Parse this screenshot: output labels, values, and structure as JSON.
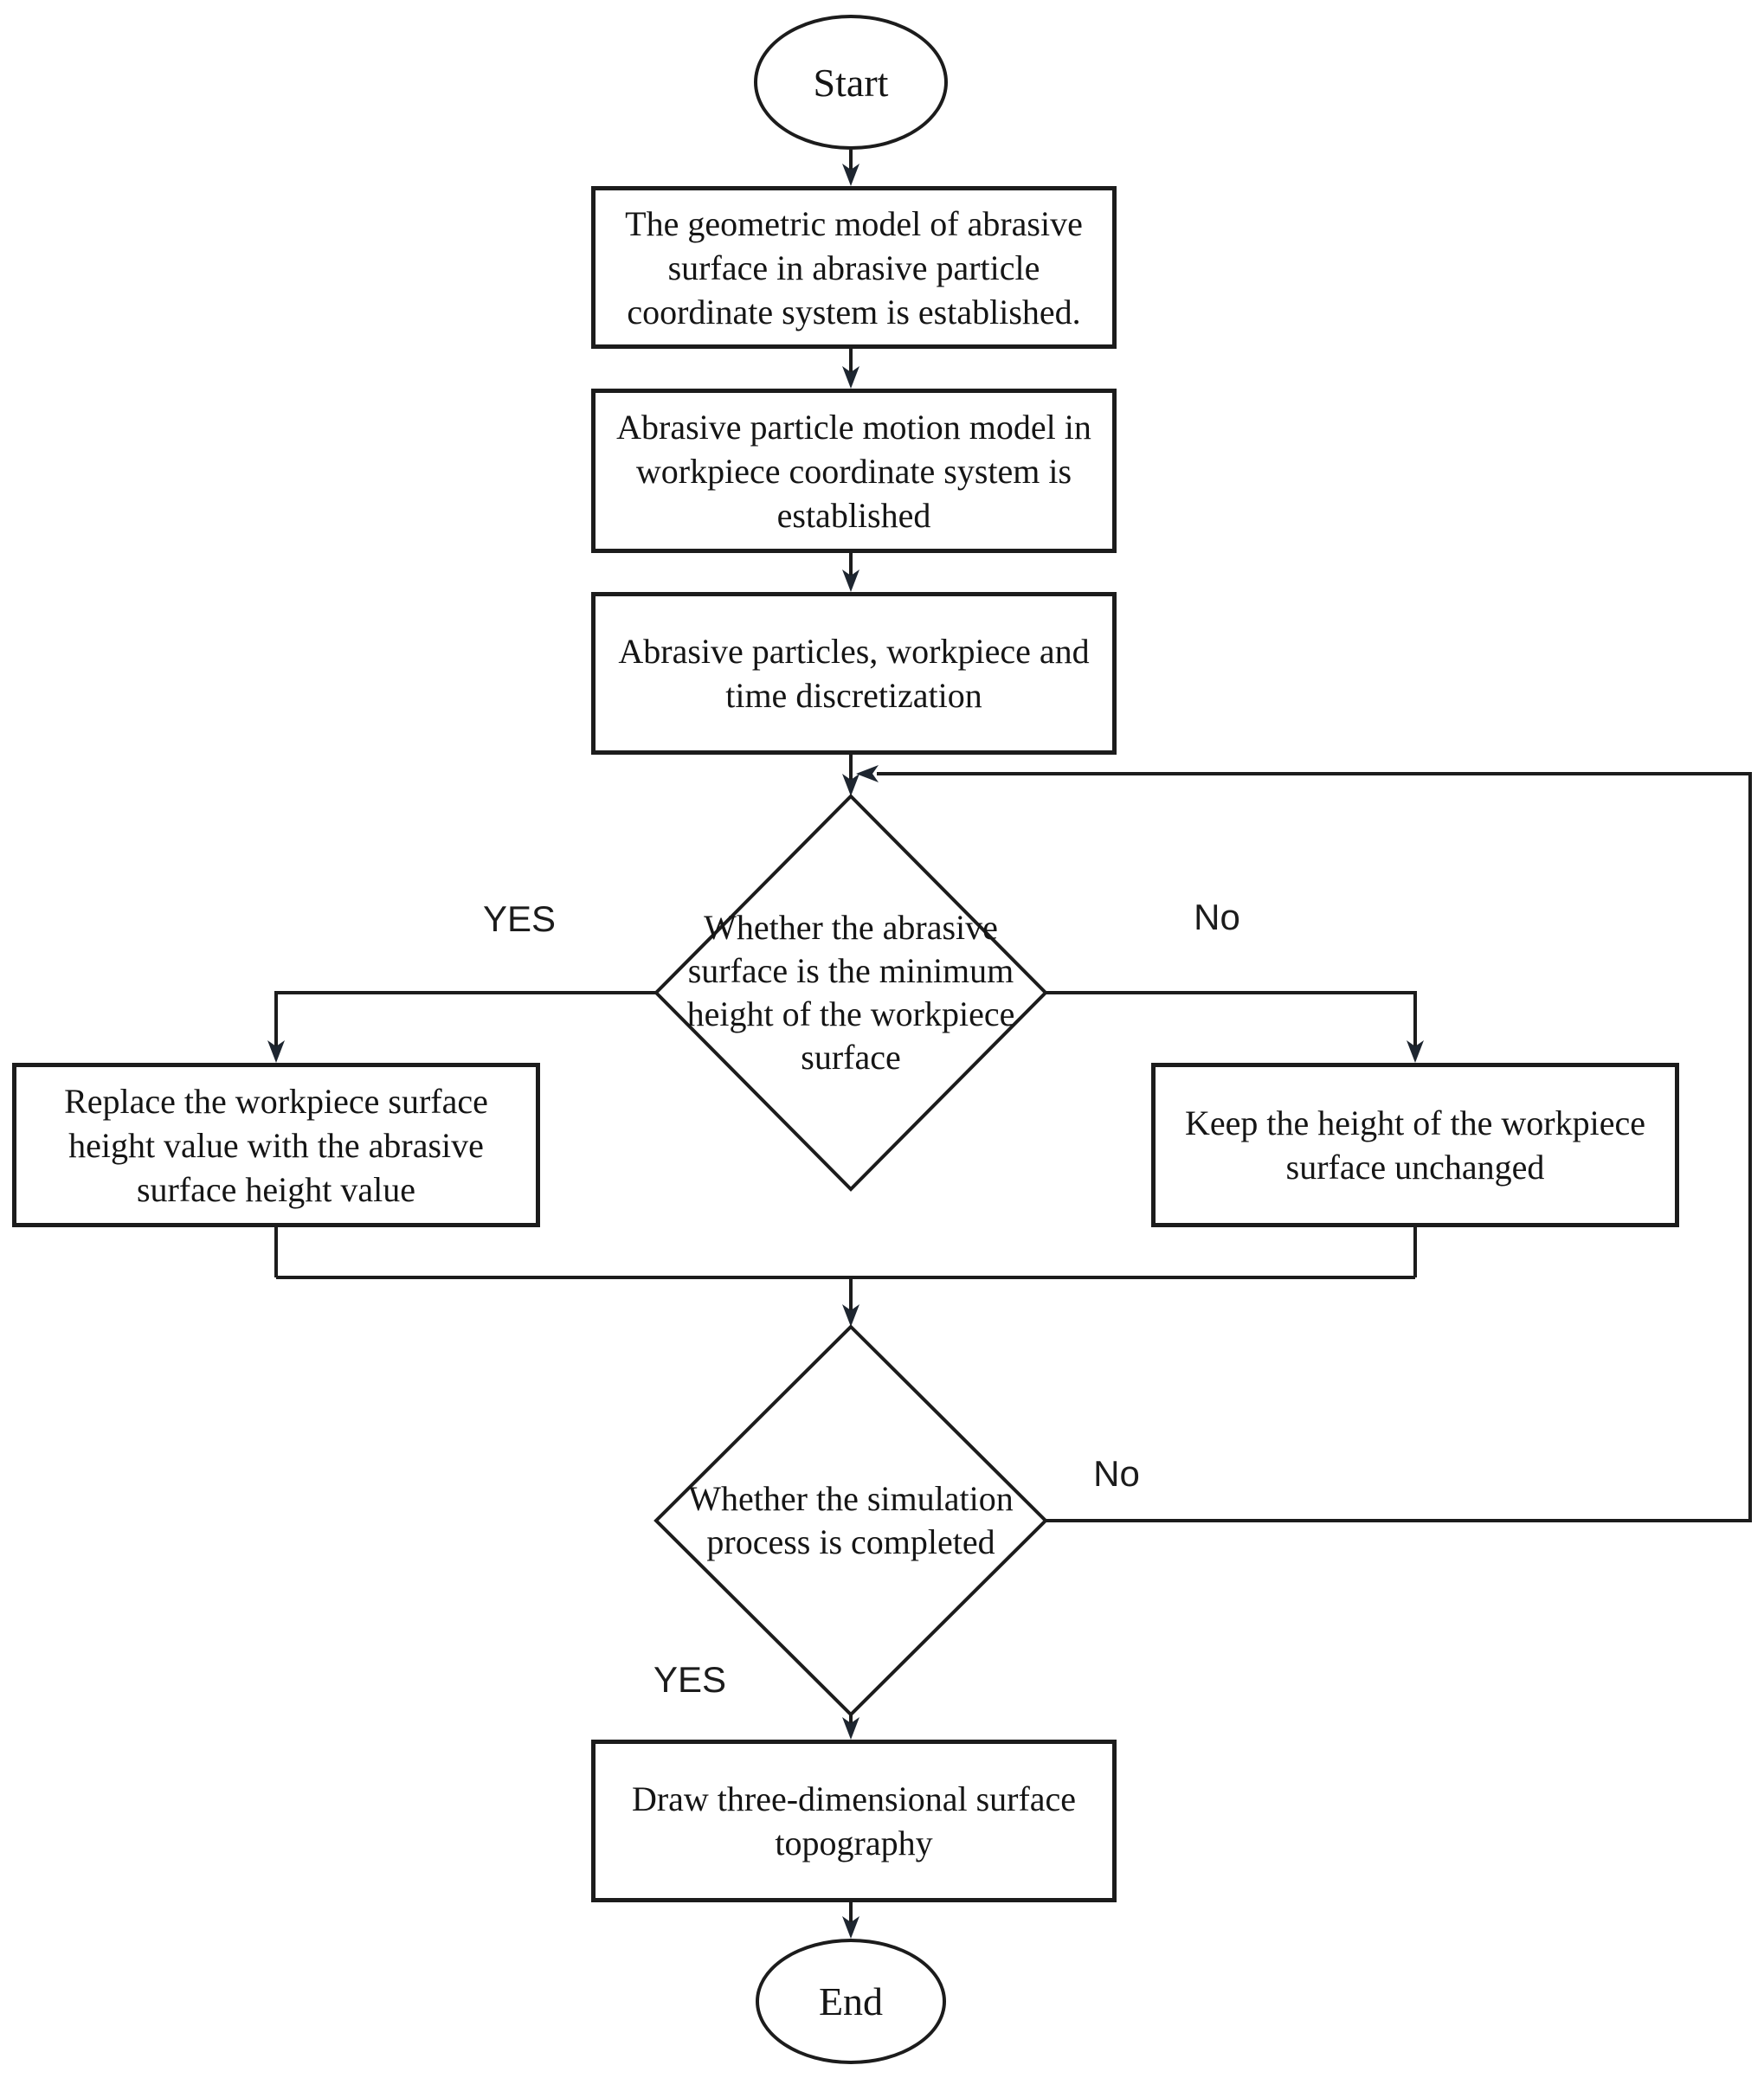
{
  "flowchart": {
    "terminators": {
      "start": "Start",
      "end": "End"
    },
    "steps": {
      "geometric_model": "The geometric model of abrasive surface in abrasive particle coordinate system is established.",
      "motion_model": "Abrasive particle motion model in workpiece coordinate system is established",
      "discretization": "Abrasive particles, workpiece and time discretization",
      "replace_height": "Replace the workpiece surface height value with the abrasive surface height value",
      "keep_height": "Keep the height of the workpiece surface unchanged",
      "draw_topography": "Draw three-dimensional surface topography"
    },
    "decisions": {
      "min_height": "Whether the abrasive surface is the minimum height of the workpiece surface",
      "sim_complete": "Whether the simulation process is completed"
    },
    "branch_labels": {
      "decision1_yes": "YES",
      "decision1_no": "No",
      "decision2_no": "No",
      "decision2_yes": "YES"
    },
    "colors": {
      "stroke": "#1c1c1c",
      "arrowhead": "#1e2630",
      "background": "#ffffff",
      "text": "#151515"
    }
  }
}
